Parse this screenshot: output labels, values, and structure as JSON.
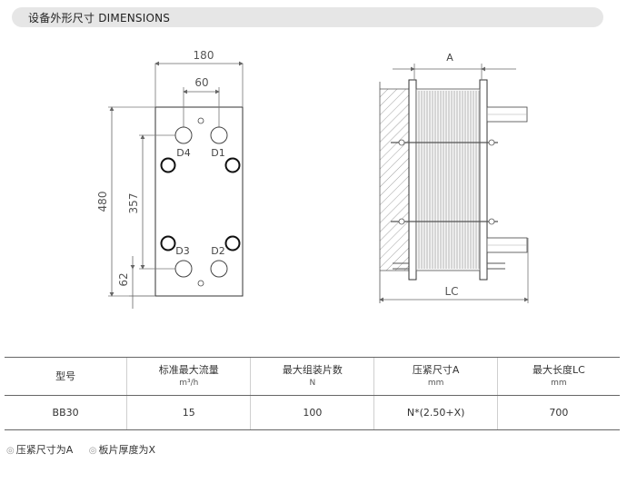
{
  "header": {
    "title": "设备外形尺寸 DIMENSIONS"
  },
  "front_view": {
    "dims": {
      "width": "180",
      "port_spacing": "60",
      "height": "480",
      "port_distance": "357",
      "bottom_offset": "62"
    },
    "ports": {
      "d1": "D1",
      "d2": "D2",
      "d3": "D3",
      "d4": "D4"
    }
  },
  "side_view": {
    "dims": {
      "a": "A",
      "lc": "LC"
    }
  },
  "table": {
    "headers": [
      {
        "label": "型号",
        "unit": ""
      },
      {
        "label": "标准最大流量",
        "unit": "m³/h"
      },
      {
        "label": "最大组装片数",
        "unit": "N"
      },
      {
        "label": "压紧尺寸A",
        "unit": "mm"
      },
      {
        "label": "最大长度LC",
        "unit": "mm"
      }
    ],
    "rows": [
      [
        "BB30",
        "15",
        "100",
        "N*(2.50+X)",
        "700"
      ]
    ]
  },
  "notes": [
    "压紧尺寸为A",
    "板片厚度为X"
  ]
}
